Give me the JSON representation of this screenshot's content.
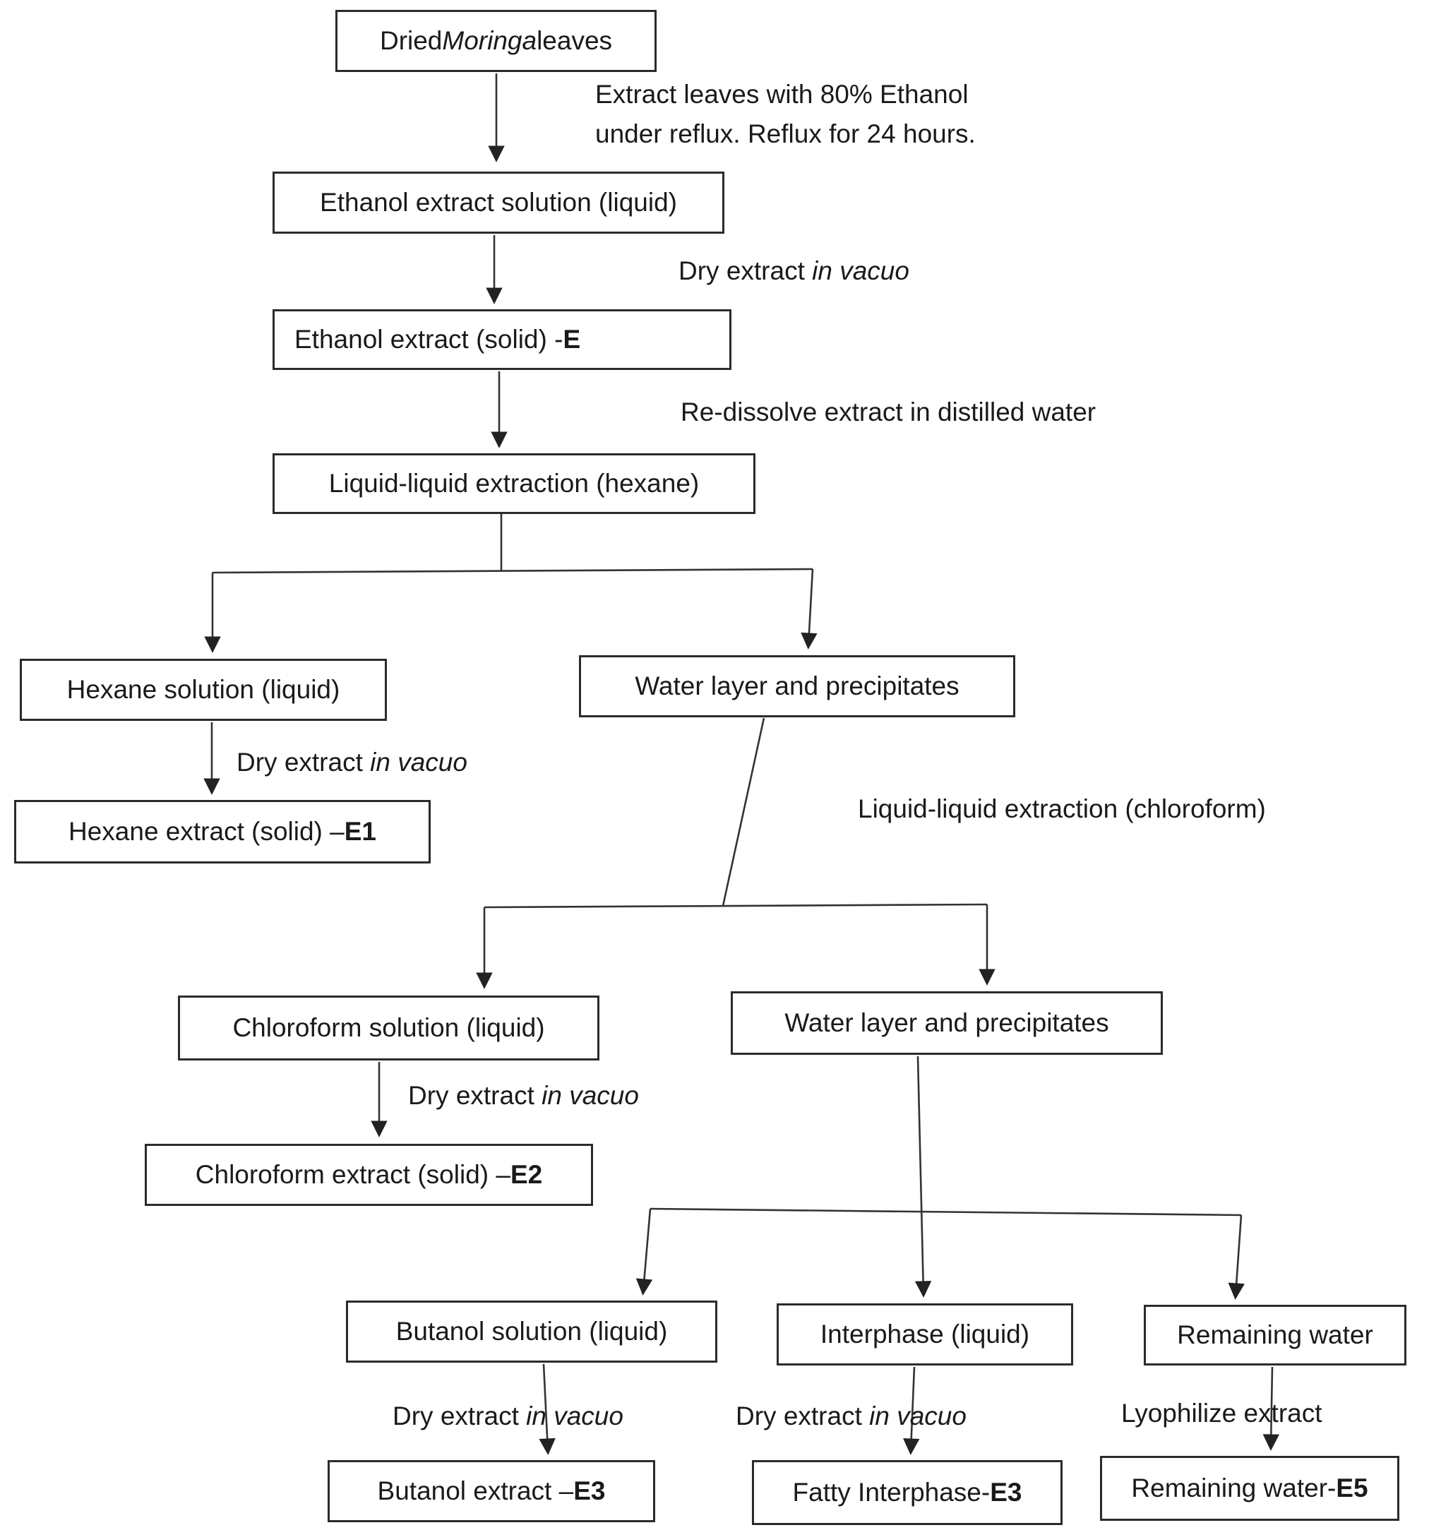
{
  "diagram_title": "Moringa leaves sequential extraction flowchart",
  "colors": {
    "background": "#ffffff",
    "line": "#333333",
    "text": "#1a1a1a",
    "box_border": "#2b2b2b"
  },
  "nodes": {
    "dried": {
      "pre": "Dried ",
      "italic": "Moringa",
      "post": " leaves"
    },
    "ethanol_solution": {
      "label": "Ethanol extract solution (liquid)"
    },
    "ethanol_solid": {
      "label": "Ethanol extract (solid) - ",
      "code": "E"
    },
    "llx_hexane": {
      "label": "Liquid-liquid extraction (hexane)"
    },
    "hexane_solution": {
      "label": "Hexane solution (liquid)"
    },
    "water_layer_1": {
      "label": "Water layer and precipitates"
    },
    "hexane_solid": {
      "label": "Hexane extract (solid) – ",
      "code": "E1"
    },
    "chloroform_solution": {
      "label": "Chloroform solution (liquid)"
    },
    "water_layer_2": {
      "label": "Water layer and precipitates"
    },
    "chloroform_solid": {
      "label": "Chloroform extract (solid) – ",
      "code": "E2"
    },
    "butanol_solution": {
      "label": "Butanol solution (liquid)"
    },
    "interphase": {
      "label": "Interphase (liquid)"
    },
    "remaining_water": {
      "label": "Remaining water"
    },
    "butanol_solid": {
      "label": "Butanol extract – ",
      "code": "E3"
    },
    "fatty_interphase": {
      "label": "Fatty Interphase-",
      "code": "E3"
    },
    "remaining_water_e5": {
      "label": "Remaining water-",
      "code": "E5"
    }
  },
  "steps": {
    "reflux_line1": "Extract leaves with 80% Ethanol",
    "reflux_line2": "under reflux. Reflux for 24 hours.",
    "dry_pre": "Dry extract ",
    "dry_italic": "in vacuo",
    "redissolve": "Re-dissolve extract in distilled water",
    "llx_chloroform": "Liquid-liquid extraction (chloroform)",
    "lyophilize": "Lyophilize extract"
  }
}
